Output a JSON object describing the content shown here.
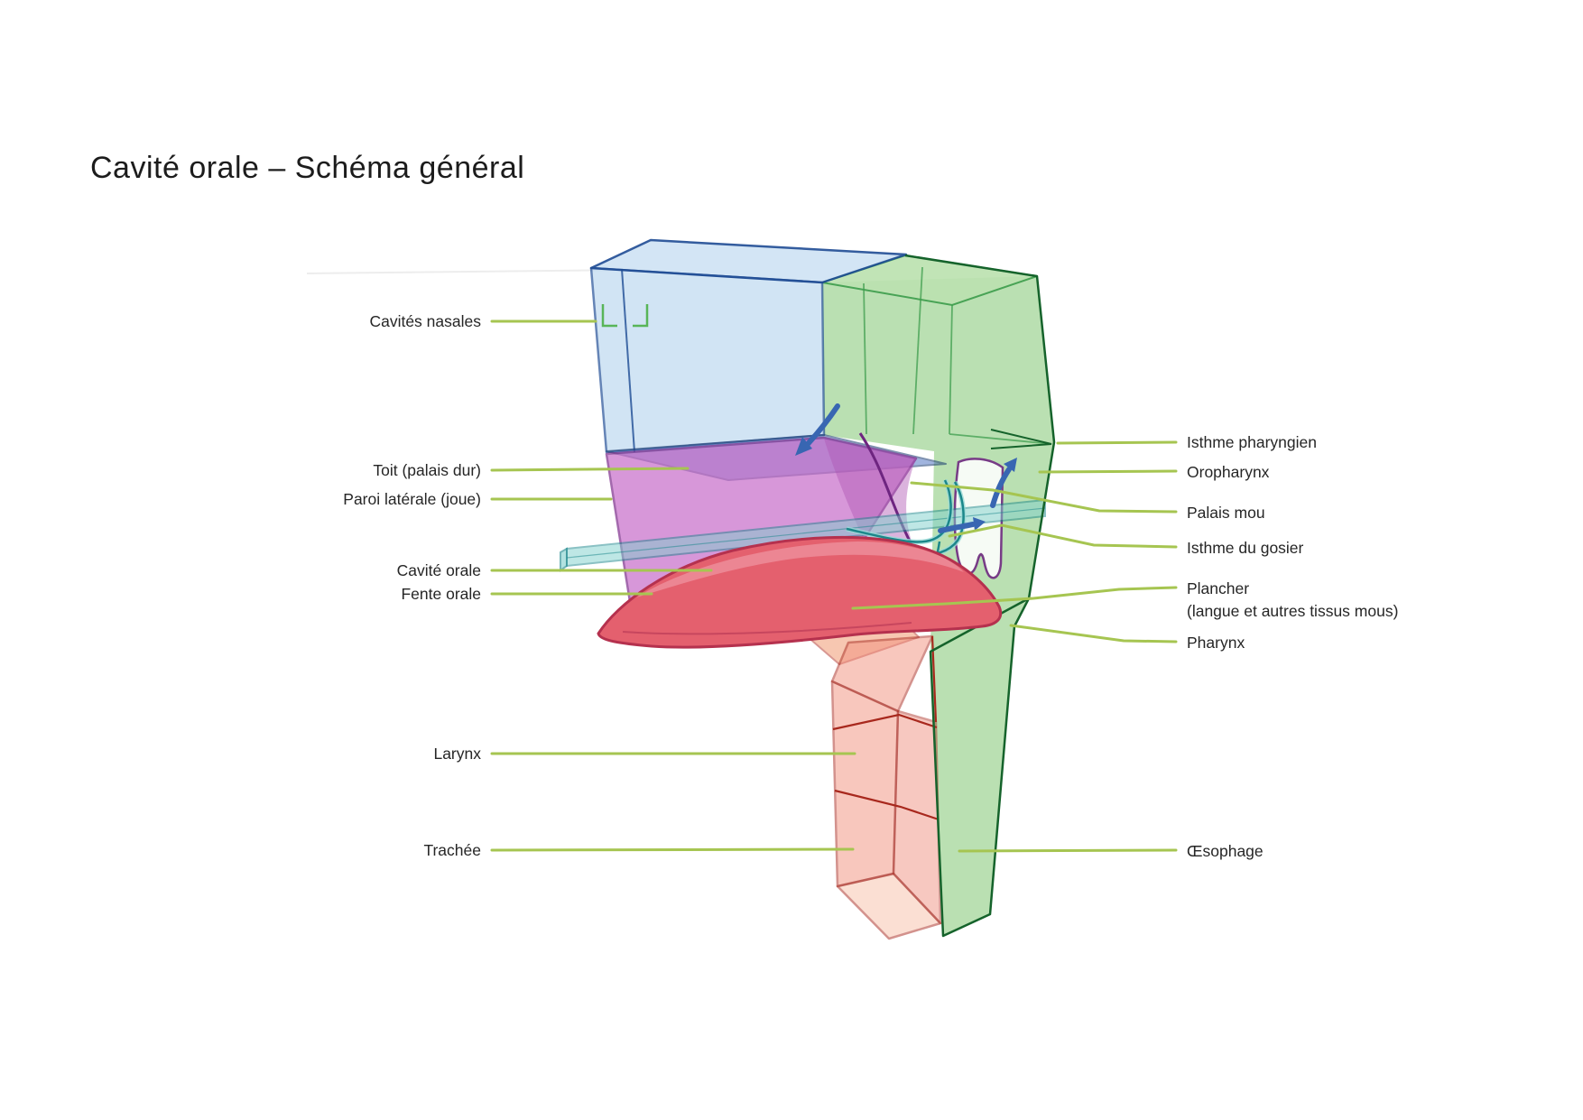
{
  "page": {
    "title": "Cavité orale – Schéma général"
  },
  "labels_left": [
    {
      "id": "cavites-nasales",
      "label": "Cavités nasales"
    },
    {
      "id": "toit-palais-dur",
      "label": "Toit (palais dur)"
    },
    {
      "id": "paroi-laterale",
      "label": "Paroi latérale (joue)"
    },
    {
      "id": "cavite-orale",
      "label": "Cavité orale"
    },
    {
      "id": "fente-orale",
      "label": "Fente orale"
    },
    {
      "id": "larynx",
      "label": "Larynx"
    },
    {
      "id": "trachee",
      "label": "Trachée"
    }
  ],
  "labels_right": [
    {
      "id": "isthme-pharyngien",
      "label": "Isthme pharyngien"
    },
    {
      "id": "oropharynx",
      "label": "Oropharynx"
    },
    {
      "id": "palais-mou",
      "label": "Palais mou"
    },
    {
      "id": "isthme-du-gosier",
      "label": "Isthme du gosier"
    },
    {
      "id": "plancher",
      "label": "Plancher",
      "label2": "(langue et autres tissus mous)"
    },
    {
      "id": "pharynx",
      "label": "Pharynx"
    },
    {
      "id": "oesophage",
      "label": "Œsophage"
    }
  ],
  "colors": {
    "leader_line": "#a6c551",
    "nasal_blue_fill": "#c3ddf2",
    "nasal_blue_stroke": "#1d4b94",
    "palate_plane_fill": "#5377c4",
    "pharynx_green_fill": "#aedaa5",
    "pharynx_green_stroke": "#3f9e4e",
    "pharynx_green_stroke_dark": "#15632b",
    "oral_purple_fill": "#c76cc9",
    "oral_purple_stroke": "#7d2b8b",
    "shelf_teal_fill": "#7fd0cc",
    "shelf_teal_stroke": "#17858a",
    "tongue_fill": "#e4606e",
    "tongue_stroke": "#b5314e",
    "larynx_fill": "#f2907e",
    "larynx_stroke": "#a8281d",
    "arrow_blue": "#3866b2",
    "label_text": "#262626"
  }
}
